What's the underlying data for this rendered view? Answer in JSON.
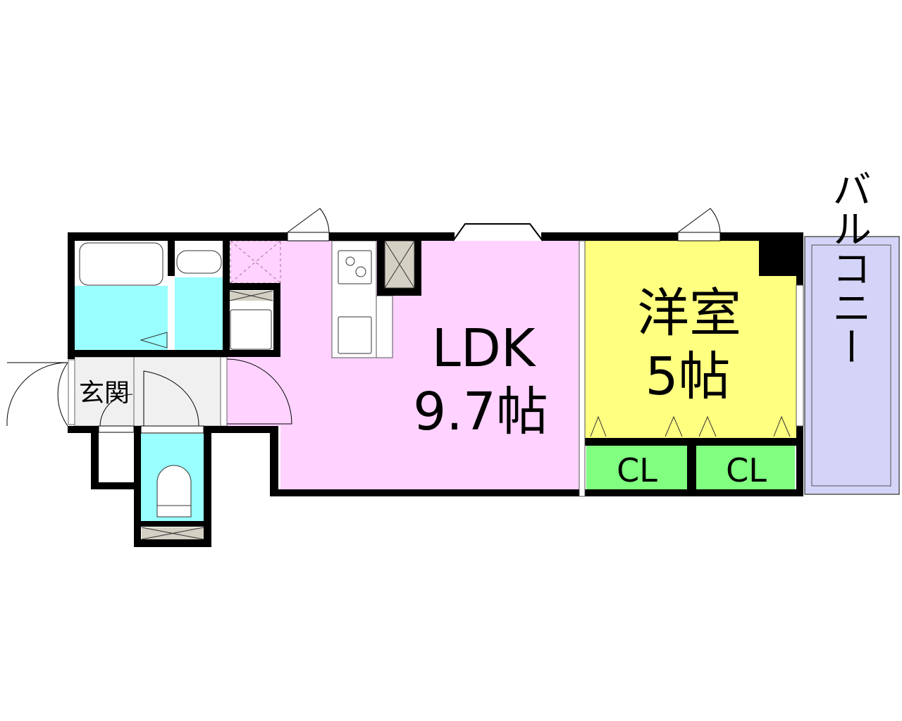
{
  "rooms": {
    "ldk": {
      "name": "LDK",
      "size": "9.7帖"
    },
    "western": {
      "name": "洋室",
      "size": "5帖"
    },
    "closet_1": {
      "name": "CL"
    },
    "closet_2": {
      "name": "CL"
    },
    "entrance": {
      "name": "玄関"
    },
    "balcony": {
      "name": "バルコニー"
    }
  },
  "colors": {
    "ldk": "#ffd2ff",
    "western": "#ffff80",
    "closet": "#80ff80",
    "wet": "#99ffff",
    "entrance": "#f0f0f0",
    "balcony": "#d4d4f8",
    "fixture": "#d4d0c4"
  }
}
